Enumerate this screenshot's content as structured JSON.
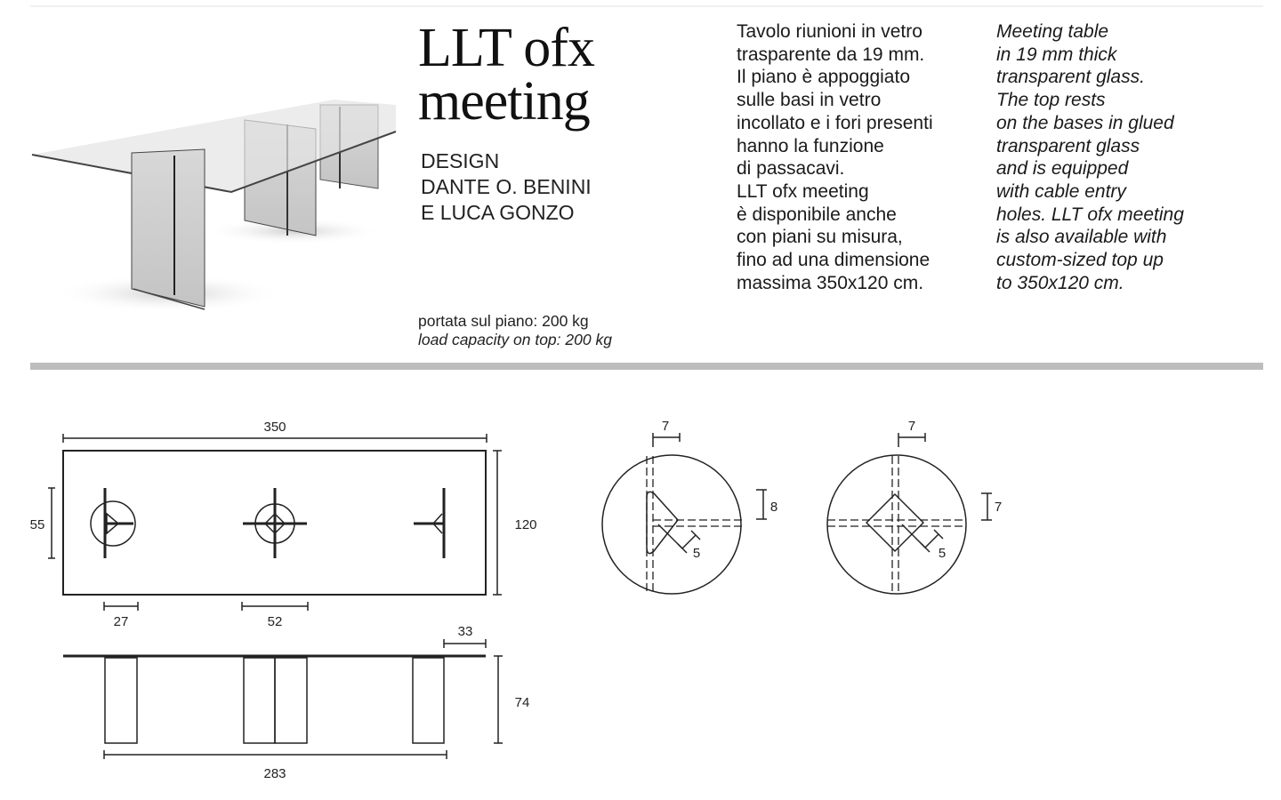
{
  "product": {
    "title_line1": "LLT ofx",
    "title_line2": "meeting"
  },
  "design": [
    "DESIGN",
    "DANTE O. BENINI",
    "E LUCA GONZO"
  ],
  "description_it": [
    "Tavolo riunioni in vetro",
    "trasparente da 19 mm.",
    "Il piano è appoggiato",
    "sulle basi in vetro",
    "incollato e i fori presenti",
    "hanno la funzione",
    "di passacavi.",
    "LLT ofx meeting",
    "è disponibile anche",
    "con piani su misura,",
    "fino ad una dimensione",
    "massima 350x120 cm."
  ],
  "description_en": [
    "Meeting table",
    "in 19 mm thick",
    "transparent glass.",
    "The top rests",
    "on the bases in glued",
    "transparent glass",
    "and is equipped",
    "with cable entry",
    "holes. LLT ofx meeting",
    "is also available with",
    "custom-sized top up",
    "to 350x120 cm."
  ],
  "load": {
    "it": "portata sul piano: 200 kg",
    "en": "load capacity on top: 200 kg"
  },
  "dimensions": {
    "length": "350",
    "width": "120",
    "base_span": "55",
    "end_base": "27",
    "center_base": "52",
    "overhang": "33",
    "height": "74",
    "base_distance": "283"
  },
  "details": {
    "d1_width": "7",
    "d1_offset": "8",
    "d1_hole": "5",
    "d2_width": "7",
    "d2_offset": "7",
    "d2_hole": "5"
  }
}
